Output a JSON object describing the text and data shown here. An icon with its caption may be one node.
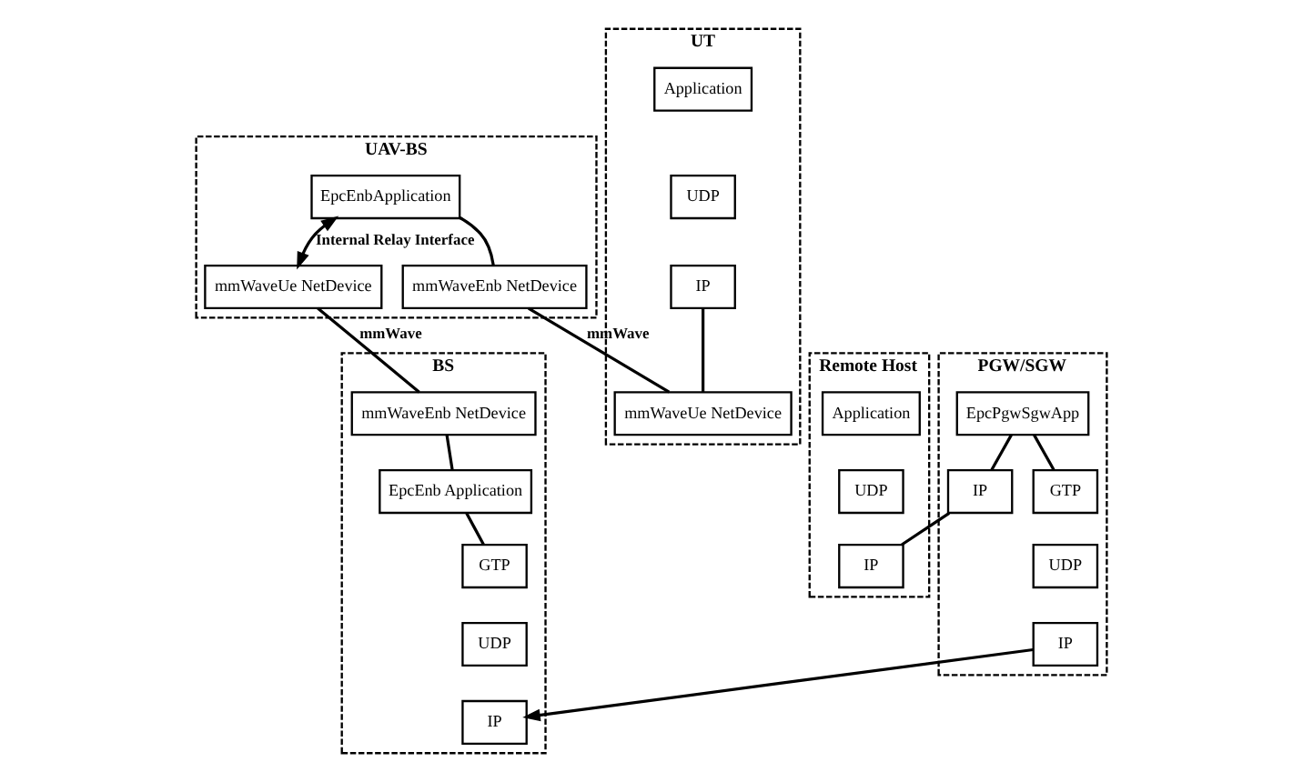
{
  "diagram": {
    "nodes": [
      {
        "text": [
          "UAV-BS"
        ]
      },
      {
        "text": [
          "EpcEnbApplication"
        ],
        "in": 0
      },
      {
        "text": [
          "mmWaveEnb NetDevice"
        ],
        "in": 0
      },
      {
        "text": [
          "mmWaveUe NetDevice"
        ],
        "in": 0
      },
      {
        "text": [
          "Remote Host"
        ]
      },
      {
        "text": [
          "Application"
        ],
        "in": 4
      },
      {
        "text": [
          "UDP"
        ],
        "in": 4
      },
      {
        "text": [
          "IP"
        ],
        "in": 4
      },
      {
        "text": [
          "UT"
        ]
      },
      {
        "text": [
          "Application"
        ],
        "in": 8
      },
      {
        "text": [
          "UDP"
        ],
        "in": 8
      },
      {
        "text": [
          "IP"
        ],
        "in": 8
      },
      {
        "text": [
          "mmWaveUe NetDevice"
        ],
        "in": 8
      },
      {
        "text": [
          "BS"
        ]
      },
      {
        "text": [
          "mmWaveEnb NetDevice"
        ],
        "in": 13
      },
      {
        "text": [
          "EpcEnb Application"
        ],
        "in": 13
      },
      {
        "text": [
          "GTP"
        ],
        "in": 13
      },
      {
        "text": [
          "UDP"
        ],
        "in": 13
      },
      {
        "text": [
          "IP"
        ],
        "in": 13
      },
      {
        "text": [
          "PGW/SGW"
        ]
      },
      {
        "text": [
          "EpcPgwSgwApp"
        ],
        "in": 19
      },
      {
        "text": [
          "IP"
        ],
        "in": 19
      },
      {
        "text": [
          "GTP"
        ],
        "in": 19
      },
      {
        "text": [
          "UDP"
        ],
        "in": 19
      },
      {
        "text": [
          "IP"
        ],
        "in": 19
      }
    ],
    "edges": [
      {
        "from": 1,
        "to": 3,
        "arrow": "both",
        "label": "Internal Relay Interface"
      },
      {
        "from": 1,
        "to": 2,
        "arrow": "none"
      },
      {
        "from": 2,
        "to": 12,
        "arrow": "none",
        "label": "mmWave"
      },
      {
        "from": 3,
        "to": 14,
        "arrow": "none",
        "label": "mmWave"
      },
      {
        "from": 11,
        "to": 12,
        "arrow": "none"
      },
      {
        "from": 14,
        "to": 15,
        "arrow": "none"
      },
      {
        "from": 15,
        "to": 16,
        "arrow": "none"
      },
      {
        "from": 24,
        "to": 18,
        "arrow": "to"
      },
      {
        "from": 20,
        "to": 22,
        "arrow": "none"
      },
      {
        "from": 20,
        "to": 21,
        "arrow": "none"
      },
      {
        "from": 21,
        "to": 7,
        "arrow": "none"
      }
    ]
  }
}
